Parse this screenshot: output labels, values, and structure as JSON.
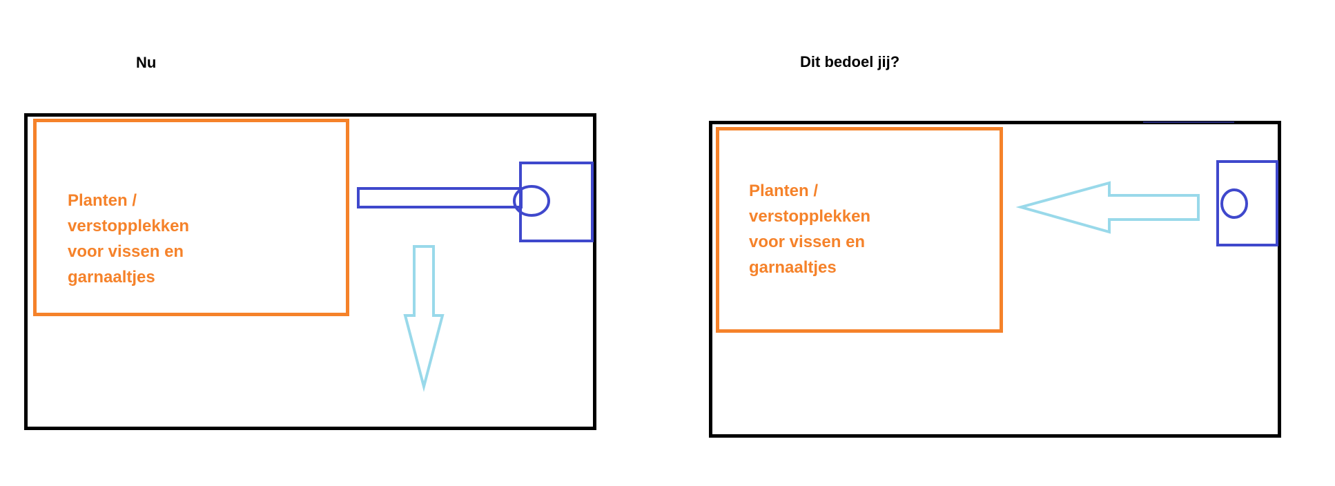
{
  "panels": [
    {
      "id": "current",
      "title": "Nu",
      "plants_label": "Planten /\nverstopplekken\nvoor vissen en\ngarnaaltjes",
      "flow_direction": "down",
      "has_outlet_pipe": true
    },
    {
      "id": "proposed",
      "title": "Dit bedoel jij?",
      "plants_label": "Planten /\nverstopplekken\nvoor vissen en\ngarnaaltjes",
      "flow_direction": "left",
      "has_outlet_pipe": false
    }
  ],
  "colors": {
    "tank_outline": "#000000",
    "plants_outline": "#f5822a",
    "pump_outline": "#3f48cc",
    "flow_arrow": "#99d9ea"
  }
}
